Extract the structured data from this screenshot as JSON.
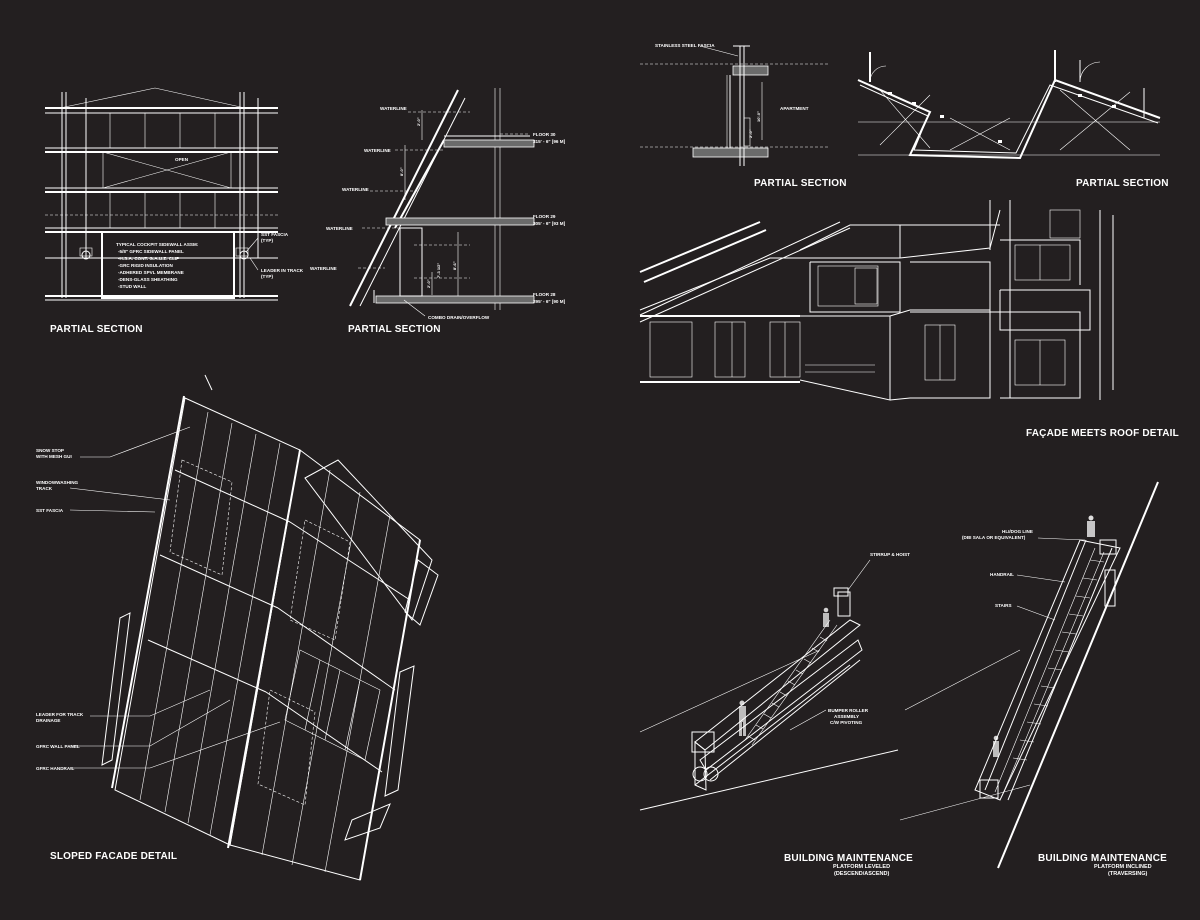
{
  "titles": {
    "partial_section_1": "PARTIAL SECTION",
    "partial_section_2": "PARTIAL SECTION",
    "partial_section_3": "PARTIAL SECTION",
    "partial_section_4": "PARTIAL SECTION",
    "facade_roof": "FAÇADE MEETS ROOF DETAIL",
    "sloped_facade": "SLOPED FACADE DETAIL",
    "maintenance_1": "BUILDING MAINTENANCE",
    "maintenance_1_sub1": "PLATFORM LEVELED",
    "maintenance_1_sub2": "(DESCEND/ASCEND)",
    "maintenance_2": "BUILDING MAINTENANCE",
    "maintenance_2_sub1": "PLATFORM INCLINED",
    "maintenance_2_sub2": "(TRAVERSING)"
  },
  "section1": {
    "open": "OPEN",
    "assembly": [
      "TYPICAL COCKPIT SIDEWALL ASSM:",
      "-5/8\" GFRC SIDEWALL PANEL",
      "-H.S.A. CONT. G.A.U.Z. CLIP",
      "-GRC RIGID INSULATION",
      "-ADHERED SPVL MEMBRANE",
      "-DENS-GLASS SHEATHING",
      "-STUD WALL"
    ],
    "fascia": [
      "SST FASCIA",
      "(TYP)"
    ],
    "leader": [
      "LEADER IN TRACK",
      "(TYP)"
    ]
  },
  "section2": {
    "waterlines": [
      "WATERLINE",
      "WATERLINE",
      "WATERLINE",
      "WATERLINE",
      "WATERLINE"
    ],
    "floor30": [
      "FLOOR 30",
      "315' - 6\" [96 M]"
    ],
    "floor29": [
      "FLOOR 29",
      "305' - 6\" [93 M]"
    ],
    "floor28": [
      "FLOOR 28",
      "295' - 6\" [90 M]"
    ],
    "dims": [
      "2'-0\"",
      "8'-0\"",
      "2'-0\"",
      "7'-3 1/2\"",
      "8'-6\""
    ],
    "combo": "COMBO DRAIN/OVERFLOW"
  },
  "section3": {
    "fascia": "STAINLESS STEEL FASCIA",
    "apartment": "APARTMENT",
    "dims": [
      "10'-0\"",
      "2'-0\""
    ]
  },
  "sloped": {
    "labels": [
      [
        "SNOW STOP",
        "WITH MESH GUI"
      ],
      [
        "WINDOWWASHING",
        "TRACK"
      ],
      [
        "SST FASCIA"
      ],
      [
        "LEADER FOR TRACK",
        "DRAINAGE"
      ],
      [
        "GFRC WALL PANEL"
      ],
      [
        "GFRC HANDRAIL"
      ]
    ]
  },
  "maintenance1": {
    "stirrup": "STIRRUP & HOIST",
    "bumper": [
      "BUMPER ROLLER",
      "ASSEMBLY",
      "C/W PIVOTING"
    ]
  },
  "maintenance2": {
    "lifeline": [
      "HLI/DOG LINE",
      "(DBI SALA OR EQUIVALENT)"
    ],
    "handrail": "HANDRAIL",
    "stairs": "STAIRS"
  }
}
